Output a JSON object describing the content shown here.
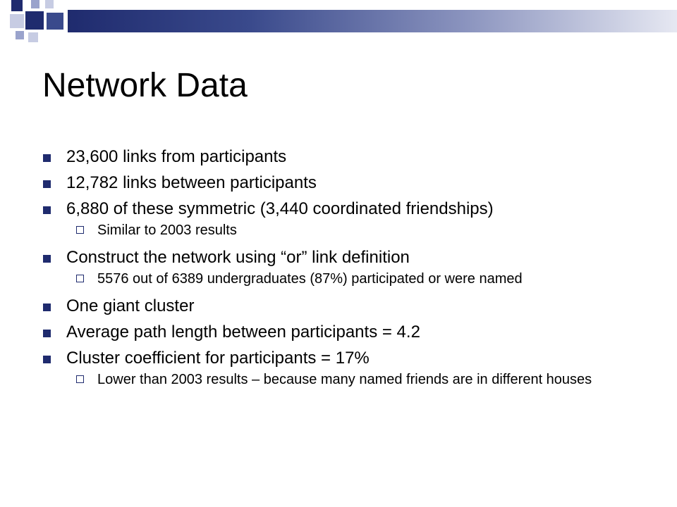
{
  "slide": {
    "title": "Network Data",
    "accent_color": "#1f2b6e",
    "items": [
      {
        "text": "23,600 links from participants",
        "level": 1
      },
      {
        "text": "12,782 links between participants",
        "level": 1
      },
      {
        "text": "6,880 of these symmetric (3,440 coordinated friendships)",
        "level": 1
      },
      {
        "text": "Similar to 2003 results",
        "level": 2
      },
      {
        "text": "Construct the network using “or” link definition",
        "level": 1
      },
      {
        "text": "5576 out of 6389 undergraduates (87%) participated or were named",
        "level": 2
      },
      {
        "text": "One giant cluster",
        "level": 1
      },
      {
        "text": "Average path length between participants = 4.2",
        "level": 1
      },
      {
        "text": "Cluster coefficient for participants = 17%",
        "level": 1
      },
      {
        "text": "Lower than 2003 results – because many named friends are in different houses",
        "level": 2
      }
    ]
  }
}
